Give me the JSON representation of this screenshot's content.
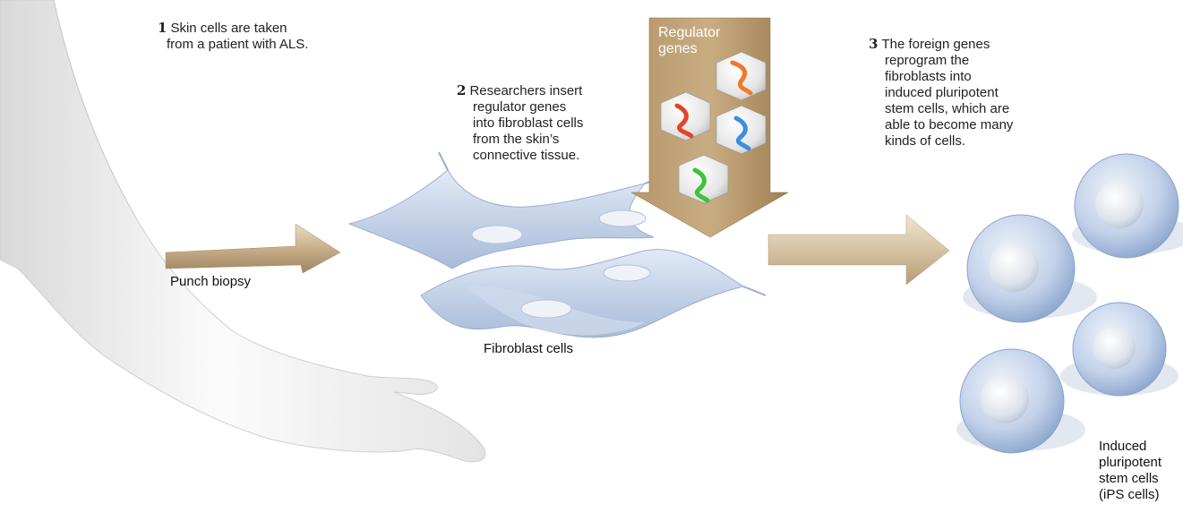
{
  "steps": [
    {
      "number": "1",
      "lines": [
        "Skin cells are taken",
        "from a patient with ALS."
      ]
    },
    {
      "number": "2",
      "lines": [
        "Researchers insert",
        "regulator genes",
        "into fibroblast cells",
        "from the skin’s",
        "connective tissue."
      ]
    },
    {
      "number": "3",
      "lines": [
        "The foreign genes",
        "reprogram the",
        "fibroblasts into",
        "induced pluripotent",
        "stem cells, which are",
        "able to become many",
        "kinds of cells."
      ]
    }
  ],
  "labels": {
    "punch_biopsy": "Punch biopsy",
    "fibroblast_cells": "Fibroblast cells",
    "regulator_genes": [
      "Regulator",
      "genes"
    ],
    "ips_cells": [
      "Induced",
      "pluripotent",
      "stem cells",
      "(iPS cells)"
    ]
  },
  "colors": {
    "arrow_tan": "#b79d78",
    "regulator_arrow": "#a8865a",
    "cell_blue": "#9fb6d9",
    "gene_red": "#e0452a",
    "gene_orange": "#f07a2a",
    "gene_blue": "#3b8fe0",
    "gene_green": "#3cc23c"
  },
  "icons": [
    "arm-icon",
    "punch-biopsy-arrow-icon",
    "fibroblast-cells-icon",
    "regulator-genes-arrow-icon",
    "process-arrow-icon",
    "ips-cells-icon"
  ]
}
